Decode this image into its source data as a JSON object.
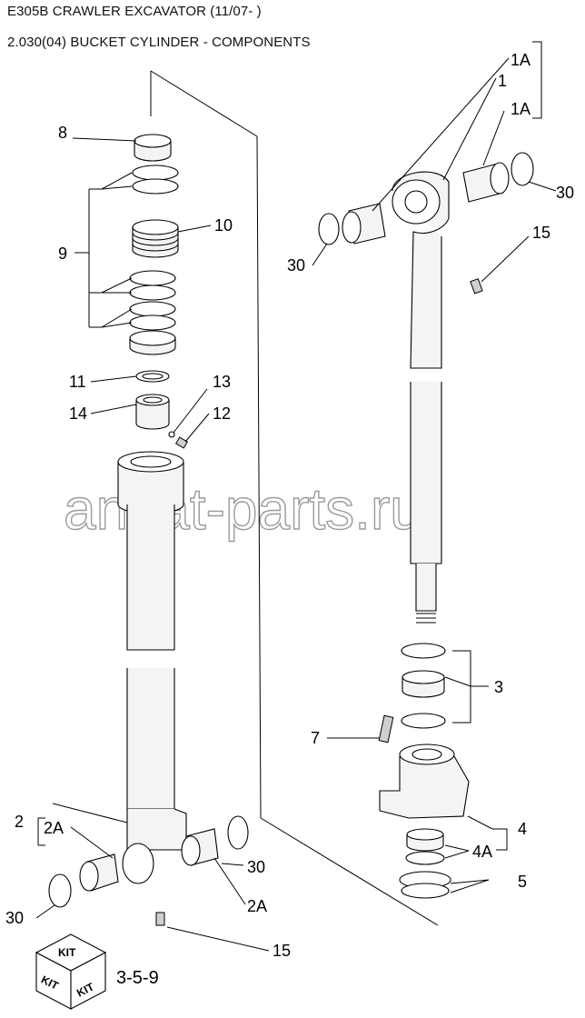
{
  "header": {
    "model": "E305B CRAWLER EXCAVATOR (11/07- )",
    "section": "2.030(04) BUCKET CYLINDER - COMPONENTS"
  },
  "watermark": "ansat-parts.ru",
  "callouts": {
    "c8": "8",
    "c9": "9",
    "c10": "10",
    "c11": "11",
    "c14": "14",
    "c13": "13",
    "c12": "12",
    "c1A_top": "1A",
    "c1": "1",
    "c1A_right": "1A",
    "c30_right": "30",
    "c15_top": "15",
    "c30_left": "30",
    "c3": "3",
    "c7": "7",
    "c4": "4",
    "c4A": "4A",
    "c5": "5",
    "c2": "2",
    "c2A_left": "2A",
    "c30_bottom_right": "30",
    "c2A_right": "2A",
    "c30_bottom_left": "30",
    "c15_bottom": "15"
  },
  "kit": {
    "top": "KIT",
    "left": "KIT",
    "right": "KIT",
    "reference": "3-5-9"
  }
}
